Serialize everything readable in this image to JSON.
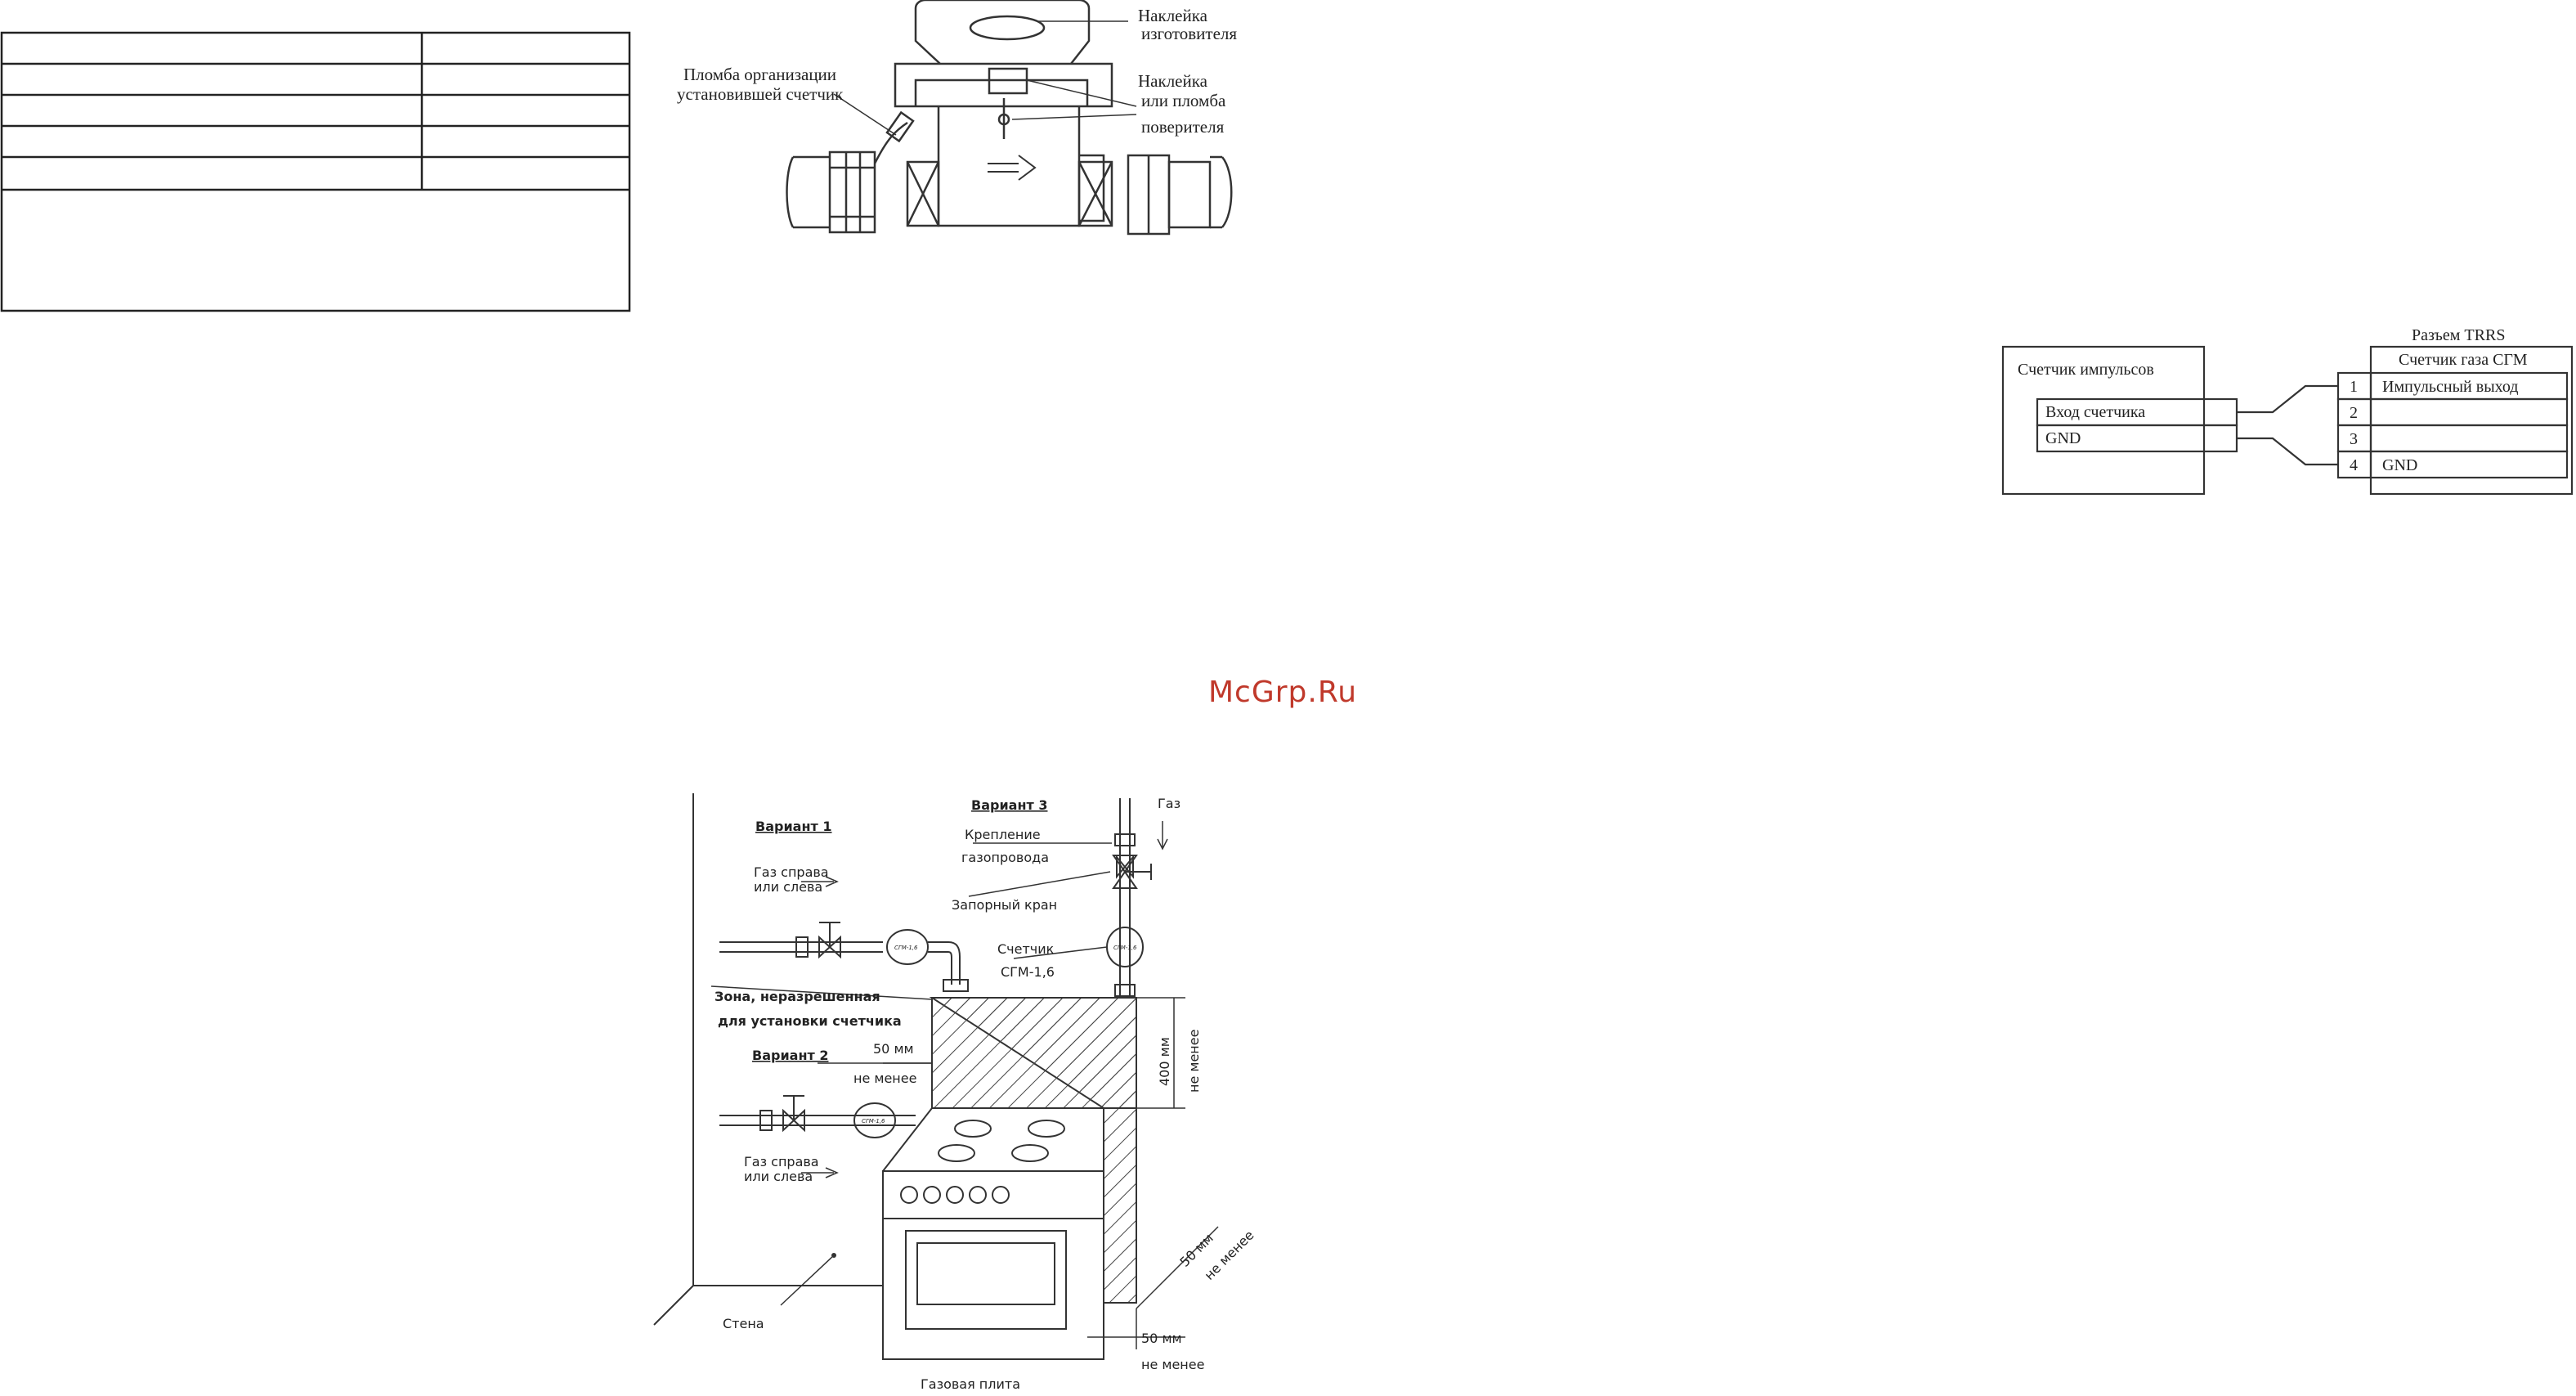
{
  "watermark": {
    "text": "McGrp.Ru",
    "color": "#c0392b"
  },
  "meter_seal_figure": {
    "label_manufacturer_sticker": [
      "Наклейка",
      "изготовителя"
    ],
    "label_verifier_seal": [
      "Наклейка",
      "или пломба",
      "поверителя"
    ],
    "label_install_seal": [
      "Пломба организации",
      "установившей счетчик"
    ]
  },
  "trrs_figure": {
    "connector_title": "Разъем TRRS",
    "meter_title": "Счетчик газа СГМ",
    "counter_title": "Счетчик импульсов",
    "counter_input": "Вход счетчика",
    "counter_gnd": "GND",
    "pins": [
      {
        "num": "1",
        "label": "Импульсный выход"
      },
      {
        "num": "2",
        "label": ""
      },
      {
        "num": "3",
        "label": ""
      },
      {
        "num": "4",
        "label": "GND"
      }
    ]
  },
  "install_figure": {
    "variant1": "Вариант 1",
    "variant2": "Вариант 2",
    "variant3": "Вариант 3",
    "gas_side_1": [
      "Газ справа",
      "или слева"
    ],
    "gas_side_2": [
      "Газ справа",
      "или слева"
    ],
    "gas": "Газ",
    "pipe_mount": [
      "Крепление",
      "газопровода"
    ],
    "shutoff_valve": "Запорный кран",
    "meter": [
      "Счетчик",
      "СГМ-1,6"
    ],
    "forbidden_zone": [
      "Зона, неразрешенная",
      "для установки счетчика"
    ],
    "dim_50_top": [
      "50 мм",
      "не менее"
    ],
    "dim_400": [
      "400 мм",
      "не менее"
    ],
    "dim_50_diag": [
      "50 мм",
      "не менее"
    ],
    "dim_50_bottom": [
      "50 мм",
      "не менее"
    ],
    "wall": "Стена",
    "stove": "Газовая плита",
    "meter_badge": "СГМ-1,6"
  }
}
